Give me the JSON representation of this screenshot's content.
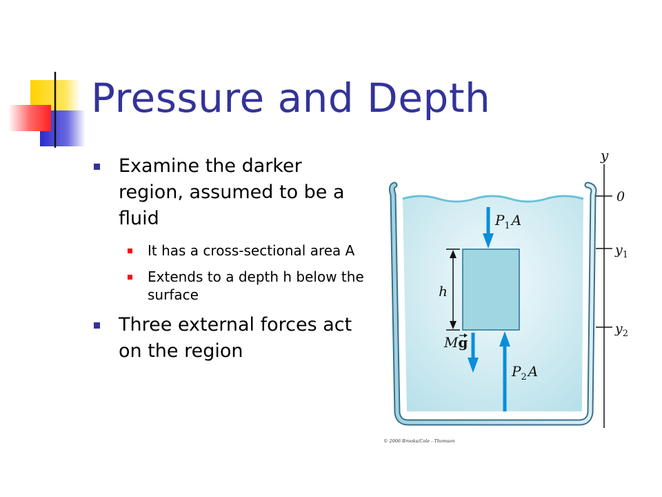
{
  "slide": {
    "title": "Pressure and Depth",
    "bullets": [
      {
        "text": "Examine the darker region, assumed to be a fluid",
        "sub": [
          "It has a cross-sectional area A",
          "Extends to a depth h below the surface"
        ]
      },
      {
        "text": "Three external forces act on the region",
        "sub": []
      }
    ]
  },
  "figure": {
    "axis_label": "y",
    "levels": [
      "0",
      "y",
      "1",
      "y",
      "2"
    ],
    "height_label": "h",
    "forces": {
      "top": {
        "sym": "P",
        "sub": "1",
        "area": "A"
      },
      "bottom": {
        "sym": "P",
        "sub": "2",
        "area": "A"
      },
      "weight": {
        "mass": "M",
        "g": "g"
      }
    },
    "credit": "© 2006 Brooks/Cole - Thomson"
  },
  "colors": {
    "title": "#333399",
    "bullet_main": "#333399",
    "bullet_sub": "#ff0000",
    "water": "#c8e8f0",
    "block": "#a0d6e2",
    "arrow": "#0a8ed8"
  }
}
